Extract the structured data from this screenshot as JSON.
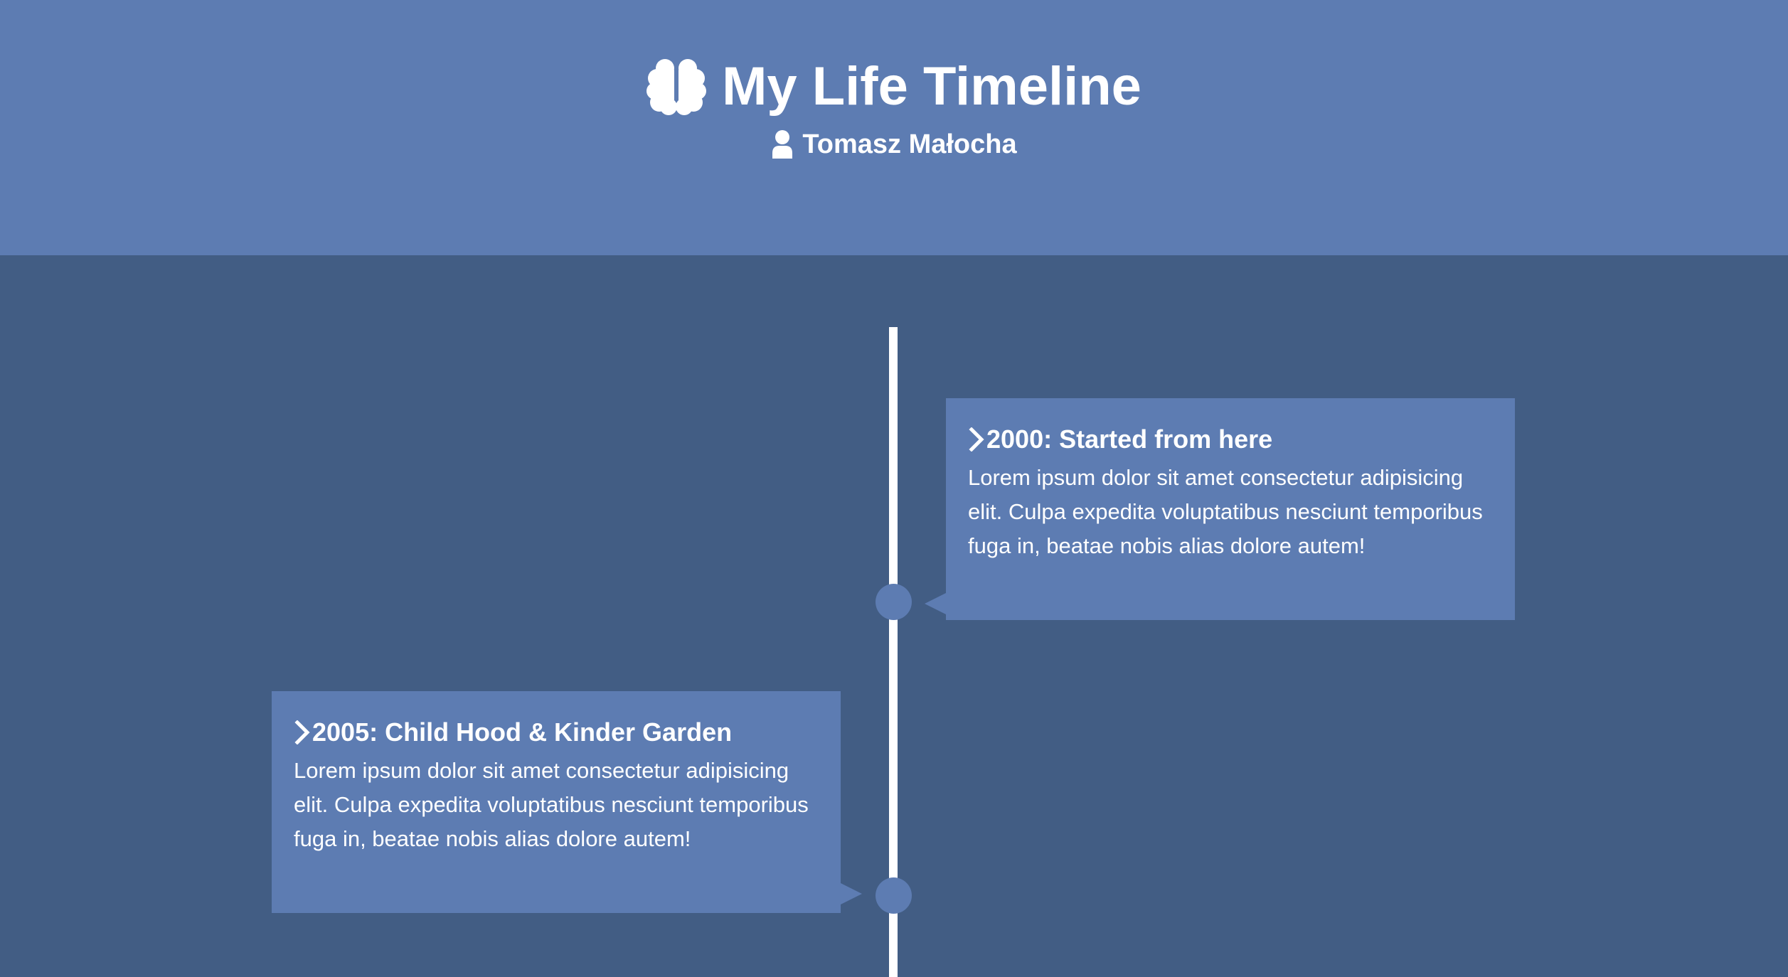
{
  "header": {
    "title": "My Life Timeline",
    "title_icon": "brain-icon",
    "author": "Tomasz Małocha",
    "author_icon": "user-icon"
  },
  "timeline": {
    "events": [
      {
        "title": "2000: Started from here",
        "text": "Lorem ipsum dolor sit amet consectetur adipisicing elit. Culpa expedita voluptatibus nesciunt temporibus fuga in, beatae nobis alias dolore autem!",
        "side": "right",
        "icon": "chevron-right-icon"
      },
      {
        "title": "2005: Child Hood & Kinder Garden",
        "text": "Lorem ipsum dolor sit amet consectetur adipisicing elit. Culpa expedita voluptatibus nesciunt temporibus fuga in, beatae nobis alias dolore autem!",
        "side": "left",
        "icon": "chevron-right-icon"
      }
    ]
  },
  "colors": {
    "header_bg": "#5d7cb2",
    "page_bg": "#425d84",
    "card_bg": "#5d7cb2",
    "line": "#ffffff",
    "text": "#ffffff"
  }
}
